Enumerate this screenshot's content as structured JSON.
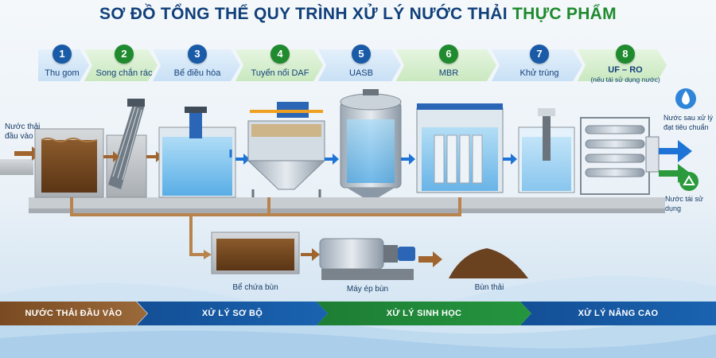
{
  "title": {
    "main": "SƠ ĐỒ TỔNG THỂ QUY TRÌNH XỬ LÝ NƯỚC THẢI",
    "highlight": "THỰC PHẨM"
  },
  "steps": [
    {
      "num": "1",
      "label": "Thu gom",
      "sub": "",
      "color": "blue"
    },
    {
      "num": "2",
      "label": "Song chắn rác",
      "sub": "",
      "color": "green"
    },
    {
      "num": "3",
      "label": "Bể điều hòa",
      "sub": "",
      "color": "blue"
    },
    {
      "num": "4",
      "label": "Tuyển nổi DAF",
      "sub": "",
      "color": "green"
    },
    {
      "num": "5",
      "label": "UASB",
      "sub": "",
      "color": "blue"
    },
    {
      "num": "6",
      "label": "MBR",
      "sub": "",
      "color": "green"
    },
    {
      "num": "7",
      "label": "Khử trùng",
      "sub": "",
      "color": "blue"
    },
    {
      "num": "8",
      "label": "UF – RO",
      "sub": "(nếu tái sử dụng nước)",
      "color": "green"
    }
  ],
  "labels": {
    "influent_line1": "Nước thải",
    "influent_line2": "đầu vào",
    "treated_line1": "Nước sau xử lý",
    "treated_line2": "đạt tiêu chuẩn",
    "reuse": "Nước tái sử dụng",
    "sludge_tank": "Bể chứa bùn",
    "press": "Máy ép bùn",
    "sludge_cake": "Bùn thải"
  },
  "bands": [
    "NƯỚC THẢI ĐẦU VÀO",
    "XỬ LÝ SƠ BỘ",
    "XỬ LÝ SINH HỌC",
    "XỬ LÝ NÂNG CAO"
  ],
  "colors": {
    "blue": "#1a5ba8",
    "green": "#1f8a2e",
    "brown": "#7a4a22",
    "pipe": "#1e74d6",
    "sludge_pipe": "#b8834c"
  }
}
